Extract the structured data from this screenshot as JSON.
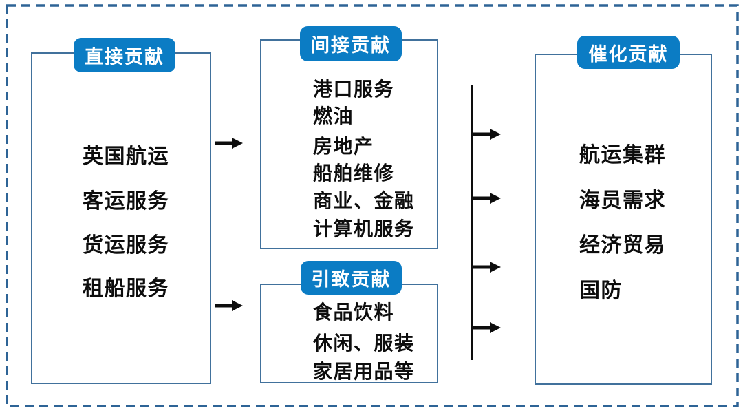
{
  "colors": {
    "badge_blue": "#0b7cc4",
    "box_border": "#41719c",
    "outer_border": "#2e6496",
    "arrow_black": "#0d0d0d",
    "text_black": "#0d0d0d"
  },
  "boxes": {
    "direct": {
      "title": "直接贡献",
      "items": [
        "英国航运",
        "客运服务",
        "货运服务",
        "租船服务"
      ]
    },
    "indirect": {
      "title": "间接贡献",
      "items": [
        "港口服务",
        "燃油",
        "房地产",
        "船舶维修",
        "商业、金融",
        "计算机服务"
      ]
    },
    "induced": {
      "title": "引致贡献",
      "items": [
        "食品饮料",
        "休闲、服装",
        "家居用品等"
      ]
    },
    "catalytic": {
      "title": "催化贡献",
      "items": [
        "航运集群",
        "海员需求",
        "经济贸易",
        "国防"
      ]
    }
  }
}
